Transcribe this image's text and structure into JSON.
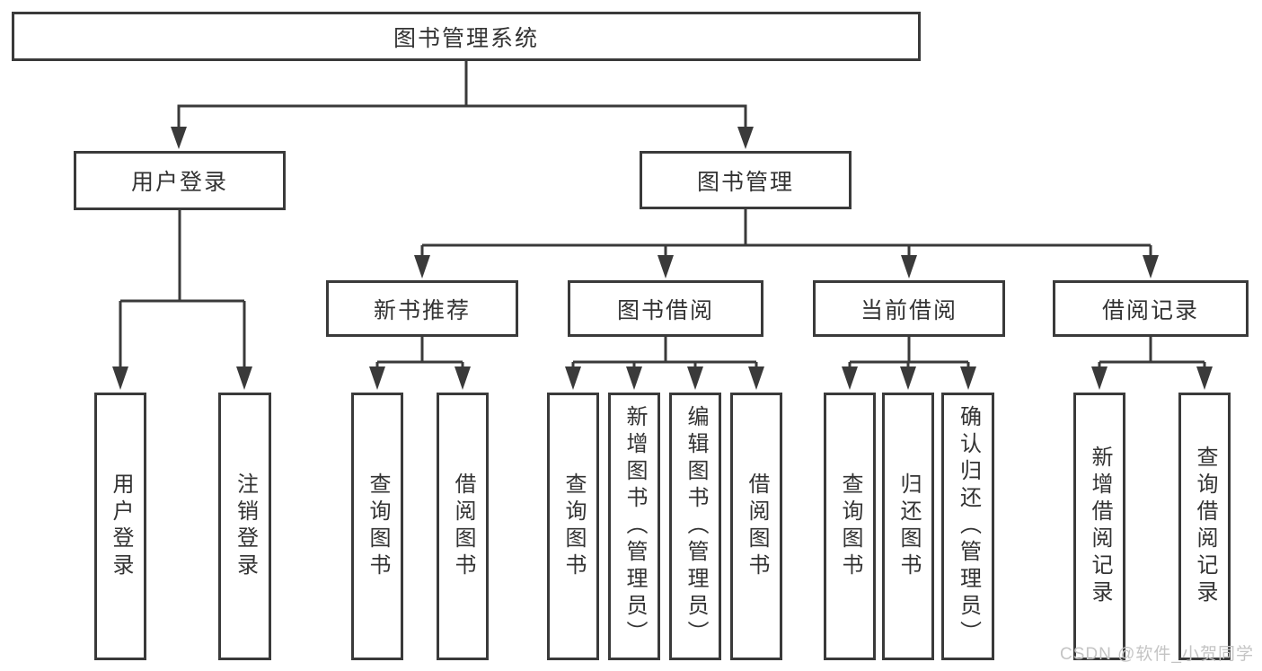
{
  "colors": {
    "line": "#3a3a3a",
    "text": "#333333",
    "watermark": "#c4c4c4",
    "background": "#ffffff"
  },
  "watermark": {
    "text": "CSDN @软件_小贺同学"
  },
  "tree": {
    "root": {
      "label": "图书管理系统"
    },
    "children": [
      {
        "label": "用户登录",
        "children": [
          {
            "label": "用户登录"
          },
          {
            "label": "注销登录"
          }
        ]
      },
      {
        "label": "图书管理",
        "children": [
          {
            "label": "新书推荐",
            "children": [
              {
                "label": "查询图书"
              },
              {
                "label": "借阅图书"
              }
            ]
          },
          {
            "label": "图书借阅",
            "children": [
              {
                "label": "查询图书"
              },
              {
                "label": "新增图书（管理员）"
              },
              {
                "label": "编辑图书（管理员）"
              },
              {
                "label": "借阅图书"
              }
            ]
          },
          {
            "label": "当前借阅",
            "children": [
              {
                "label": "查询图书"
              },
              {
                "label": "归还图书"
              },
              {
                "label": "确认归还（管理员）"
              }
            ]
          },
          {
            "label": "借阅记录",
            "children": [
              {
                "label": "新增借阅记录"
              },
              {
                "label": "查询借阅记录"
              }
            ]
          }
        ]
      }
    ]
  }
}
